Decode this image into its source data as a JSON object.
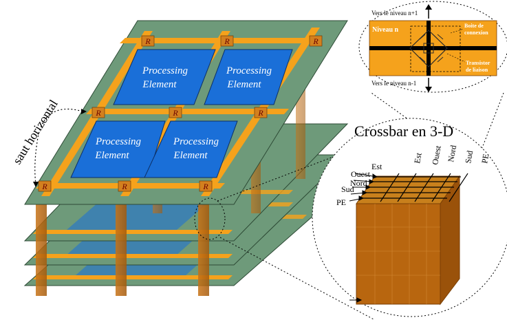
{
  "stack": {
    "pe_label_line1": "Processing",
    "pe_label_line2": "Element",
    "router_label": "R",
    "hop_label": "saut horizontal"
  },
  "inset": {
    "up_label": "Vers le niveau n+1",
    "down_label": "Vers le niveau n-1",
    "level_label": "Niveau n",
    "box_label_line1": "Boite de",
    "box_label_line2": "connexion",
    "transistor_line1": "Transistor",
    "transistor_line2": "de liaison"
  },
  "crossbar": {
    "title": "Crossbar en 3-D",
    "left_ports": [
      "Est",
      "Ouest",
      "Nord",
      "Sud",
      "PE"
    ],
    "top_ports": [
      "Est",
      "Ouest",
      "Nord",
      "Sud",
      "PE"
    ]
  },
  "colors": {
    "layer": "#6e9a7a",
    "bus": "#f5a21c",
    "pe": "#1a6fd8",
    "router": "#d3801e",
    "pillar": "#b8660f"
  }
}
